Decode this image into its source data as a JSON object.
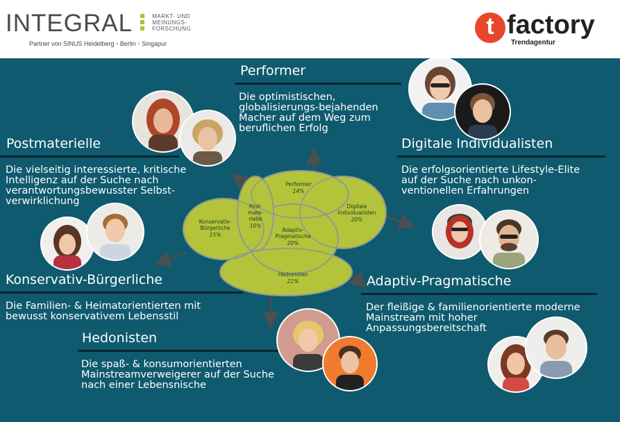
{
  "header": {
    "integral_word": "INTEGRAL",
    "integral_sub": [
      "MARKT- UND",
      "MEINUNGS-",
      "FORSCHUNG"
    ],
    "partner_prefix": "Partner von SINUS Heidelberg",
    "partner_city1": "Berlin",
    "partner_city2": "Singapur",
    "partner_sep": "•",
    "factory_t": "t",
    "factory_word": "factory",
    "factory_sub": "Trendagentur"
  },
  "colors": {
    "teal_background": "#0f5a6e",
    "milieu_green": "#b3c43a",
    "accent_green": "#a9c23f",
    "factory_red": "#e8472b"
  },
  "milieus": {
    "performer": {
      "title": "Performer",
      "desc": [
        "Die optimistischen,",
        "globalisierungs-bejahenden",
        "Macher auf dem Weg zum",
        "beruflichen Erfolg"
      ]
    },
    "postmaterielle": {
      "title": "Postmaterielle",
      "desc": [
        "Die vielseitig interessierte, kritische",
        "Intelligenz auf der Suche nach",
        "verantwortungsbewusster Selbst-",
        "verwirklichung"
      ]
    },
    "digitale": {
      "title": "Digitale Individualisten",
      "desc": [
        "Die erfolgsorientierte Lifestyle-Elite",
        "auf der Suche nach unkon-",
        "ventionellen Erfahrungen"
      ]
    },
    "konservativ": {
      "title": "Konservativ-Bürgerliche",
      "desc": [
        "Die Familien- & Heimatorientierten mit",
        "bewusst konservativem Lebensstil"
      ]
    },
    "adaptiv": {
      "title": "Adaptiv-Pragmatische",
      "desc": [
        "Der fleißige & familienorientierte moderne",
        "Mainstream mit hoher",
        "Anpassungsbereitschaft"
      ]
    },
    "hedonisten": {
      "title": "Hedonisten",
      "desc": [
        "Die spaß- & konsumorientierten",
        "Mainstreamverweigerer auf der  Suche",
        "nach einer Lebensnische"
      ]
    }
  },
  "diagram": {
    "performer": {
      "label": "Performer",
      "pct": "14%"
    },
    "postmat": {
      "label": [
        "Post-",
        "mate-",
        "rielle"
      ],
      "pct": "10%"
    },
    "digitale": {
      "label": [
        "Digitale",
        "Individualisten"
      ],
      "pct": "20%"
    },
    "konservativ": {
      "label": [
        "Konservativ-",
        "Bürgerliche"
      ],
      "pct": "15%"
    },
    "adaptiv": {
      "label": [
        "Adaptiv-",
        "Pragmatische"
      ],
      "pct": "20%"
    },
    "hedonisten": {
      "label": "Hedonisten",
      "pct": "21%"
    }
  }
}
